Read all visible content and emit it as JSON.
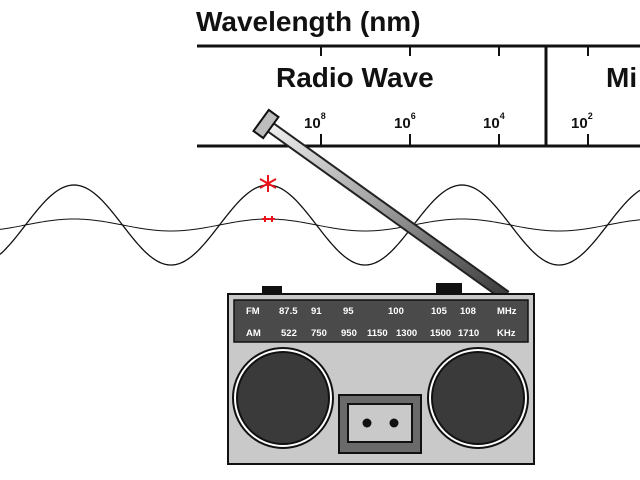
{
  "header": {
    "title": "Wavelength (nm)",
    "bands": [
      {
        "label": "Radio Wave"
      },
      {
        "label": "Mi"
      }
    ],
    "ticks": [
      {
        "base": "10",
        "exp": "8"
      },
      {
        "base": "10",
        "exp": "6"
      },
      {
        "base": "10",
        "exp": "4"
      },
      {
        "base": "10",
        "exp": "2"
      }
    ]
  },
  "radio": {
    "fm": {
      "band": "FM",
      "values": [
        "87.5",
        "91",
        "95",
        "100",
        "105",
        "108"
      ],
      "unit": "MHz"
    },
    "am": {
      "band": "AM",
      "values": [
        "522",
        "750",
        "950",
        "1150",
        "1300",
        "1500",
        "1710"
      ],
      "unit": "KHz"
    }
  },
  "colors": {
    "marker": "#e8141b",
    "radio_body": "#c9c9c9",
    "dial_panel": "#4a4a4a",
    "speaker": "#3a3a3a",
    "line": "#111111"
  }
}
